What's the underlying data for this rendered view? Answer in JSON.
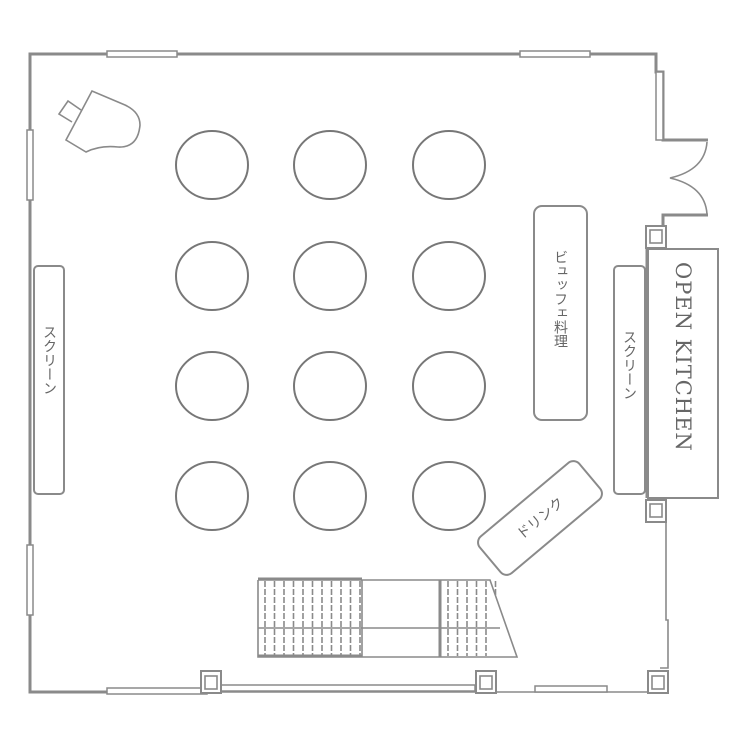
{
  "floorplan": {
    "labels": {
      "screen_left": "スクリーン",
      "screen_right": "スクリーン",
      "buffet": "ビュッフェ料理",
      "drink": "ドリンク",
      "kitchen": "OPEN KITCHEN"
    },
    "table_count": 12,
    "colors": {
      "wall": "#8a8a8a",
      "table": "#777777",
      "text": "#666666"
    }
  }
}
